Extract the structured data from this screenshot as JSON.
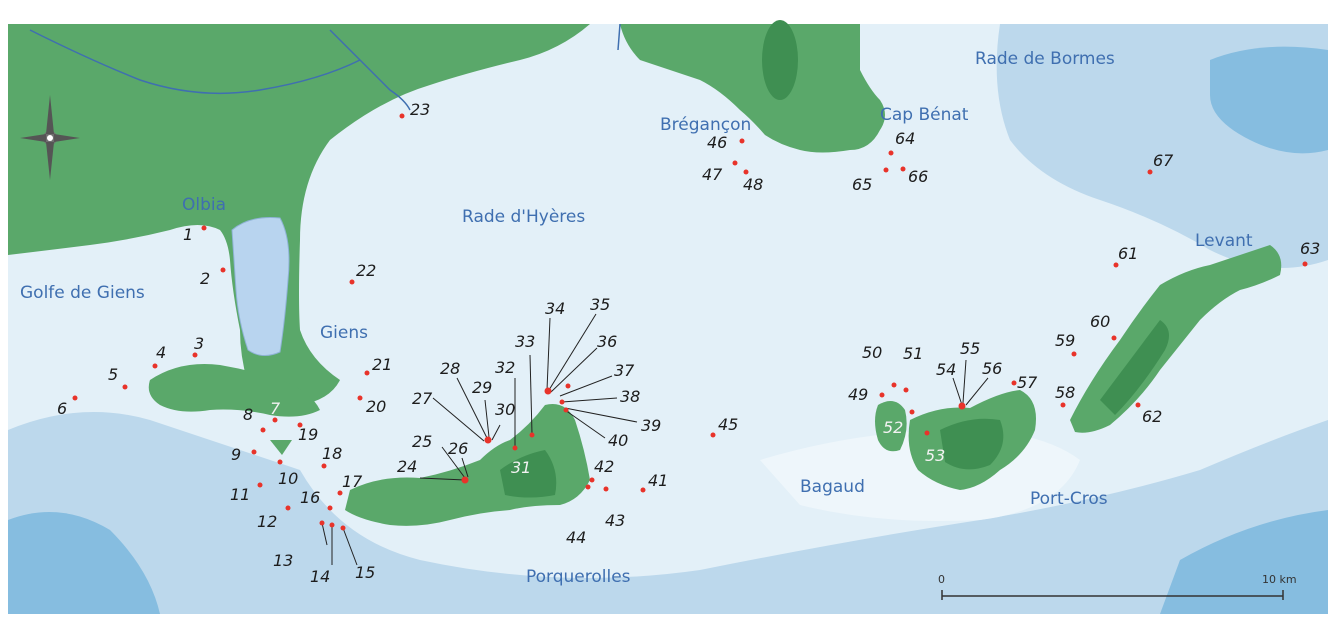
{
  "map": {
    "places": {
      "olbia": "Olbia",
      "golfe_de_giens": "Golfe de Giens",
      "giens": "Giens",
      "rade_hyeres": "Rade d'Hyères",
      "bregancon": "Brégançon",
      "cap_benat": "Cap Bénat",
      "rade_bormes": "Rade de Bormes",
      "levant": "Levant",
      "bagaud": "Bagaud",
      "port_cros": "Port-Cros",
      "porquerolles": "Porquerolles"
    },
    "sites": [
      "1",
      "2",
      "3",
      "4",
      "5",
      "6",
      "7",
      "8",
      "9",
      "10",
      "11",
      "12",
      "13",
      "14",
      "15",
      "16",
      "17",
      "18",
      "19",
      "20",
      "21",
      "22",
      "23",
      "24",
      "25",
      "26",
      "27",
      "28",
      "29",
      "30",
      "31",
      "32",
      "33",
      "34",
      "35",
      "36",
      "37",
      "38",
      "39",
      "40",
      "41",
      "42",
      "43",
      "44",
      "45",
      "46",
      "47",
      "48",
      "49",
      "50",
      "51",
      "52",
      "53",
      "54",
      "55",
      "56",
      "57",
      "58",
      "59",
      "60",
      "61",
      "62",
      "63",
      "64",
      "65",
      "66",
      "67"
    ],
    "scale": {
      "start": "0",
      "end": "10 km"
    },
    "colors": {
      "land": "#5aa86a",
      "land_dark": "#3f8f52",
      "sea_shallow": "#e3f0f8",
      "sea_mid": "#bcd8ec",
      "sea_deep": "#86bde0",
      "lagoon": "#b8d4ef",
      "marker": "#e8332a",
      "label": "#3f6fb0"
    }
  }
}
